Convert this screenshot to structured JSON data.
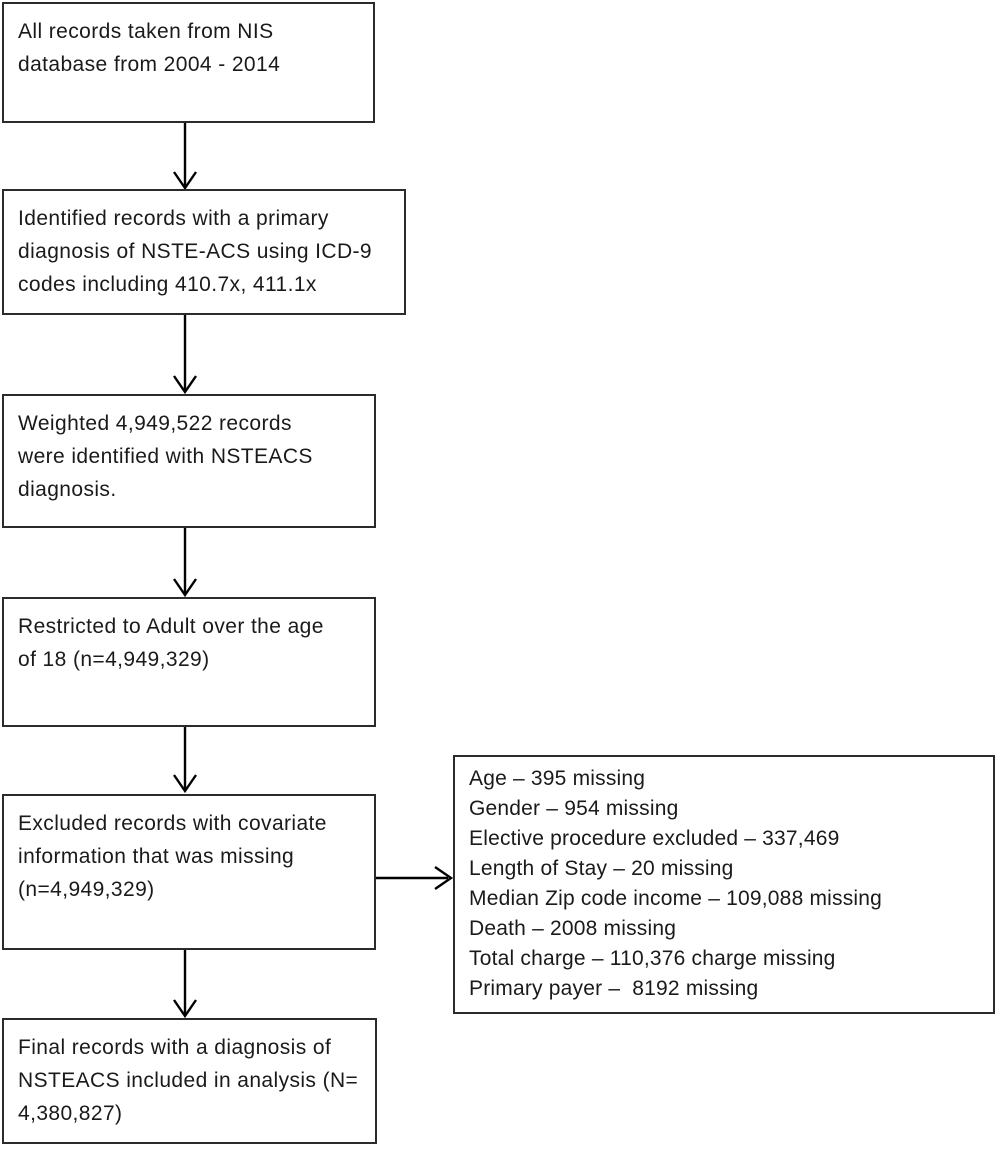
{
  "flowchart": {
    "boxes": [
      {
        "name": "all-records",
        "lines": [
          "All records taken from NIS",
          "database from 2004 - 2014"
        ]
      },
      {
        "name": "identified-records",
        "lines": [
          "Identified records with a primary",
          "diagnosis of NSTE-ACS using ICD-9",
          "codes including 410.7x, 411.1x"
        ]
      },
      {
        "name": "weighted-records",
        "lines": [
          "Weighted 4,949,522 records",
          "were identified with NSTEACS",
          "diagnosis."
        ]
      },
      {
        "name": "adult-restriction",
        "lines": [
          "Restricted to Adult over the age",
          "of 18 (n=4,949,329)"
        ]
      },
      {
        "name": "excluded-missing",
        "lines": [
          "Excluded records with covariate",
          "information that was missing",
          "(n=4,949,329)"
        ]
      },
      {
        "name": "final-records",
        "lines": [
          "Final records with a diagnosis of",
          "NSTEACS included in analysis (N=",
          "4,380,827)"
        ]
      }
    ],
    "exclusion_detail_box": {
      "lines": [
        "Age – 395 missing",
        "Gender – 954 missing",
        "Elective procedure excluded – 337,469",
        "Length of Stay – 20 missing",
        "Median Zip code income – 109,088 missing",
        "Death – 2008 missing",
        "Total charge – 110,376 charge missing",
        "Primary payer –  8192 missing"
      ]
    },
    "colors": {
      "border": "#2b2b2b",
      "arrow": "#000000",
      "text": "#1a1a1a",
      "background": "#ffffff"
    }
  }
}
